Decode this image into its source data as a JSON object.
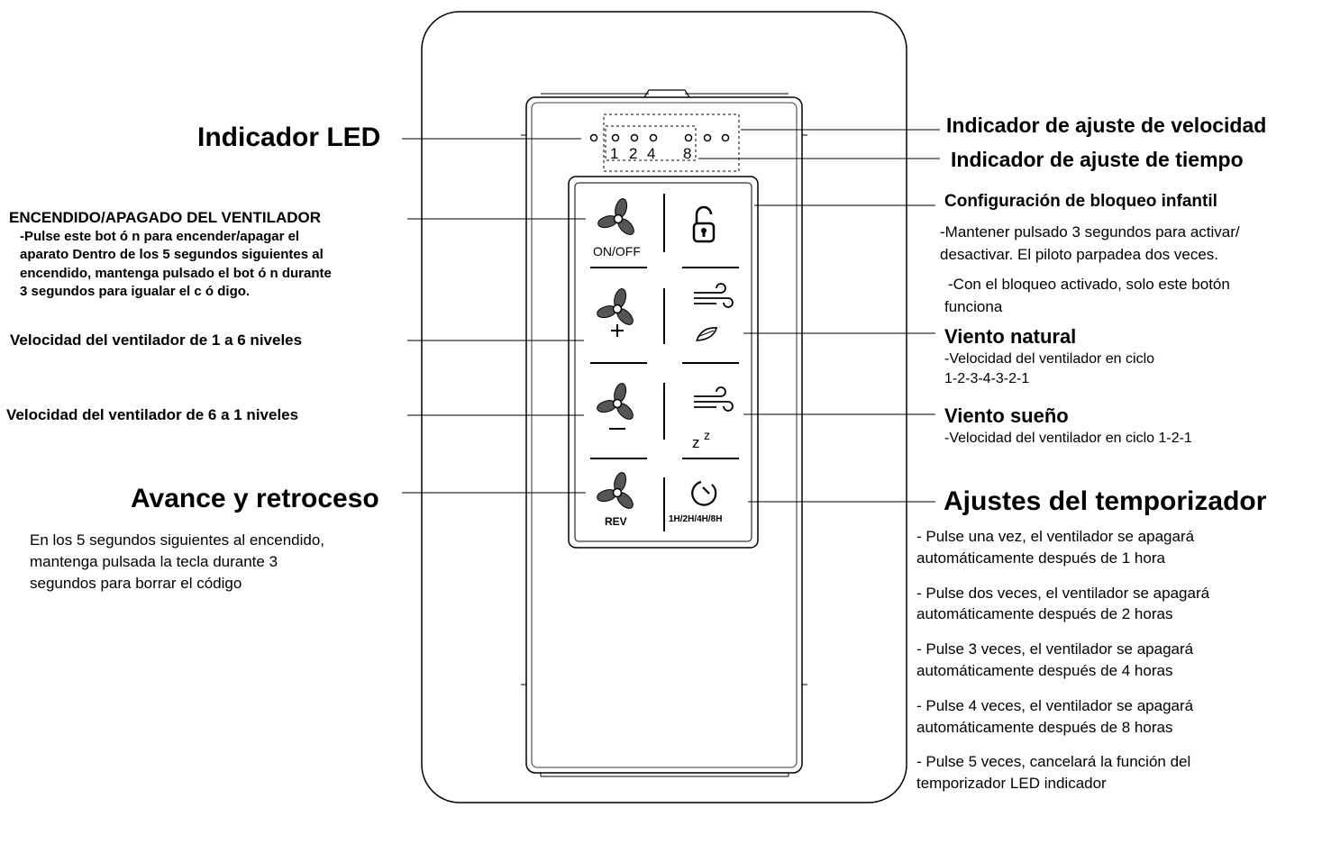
{
  "left_callouts": {
    "led_indicator": "Indicador LED",
    "onoff_title": "ENCENDIDO/APAGADO DEL VENTILADOR",
    "onoff_desc_1": "-Pulse este bot ó n para encender/apagar el",
    "onoff_desc_2": "aparato Dentro de los 5 segundos siguientes al",
    "onoff_desc_3": "encendido, mantenga pulsado el bot ó n durante",
    "onoff_desc_4": "3 segundos para igualar el c ó digo.",
    "speed_up": "Velocidad del ventilador de 1 a 6 niveles",
    "speed_down": "Velocidad del ventilador de 6 a 1 niveles",
    "reverse_title": "Avance y retroceso",
    "reverse_desc_1": "En los 5 segundos siguientes al encendido,",
    "reverse_desc_2": "mantenga pulsada la tecla durante 3",
    "reverse_desc_3": "segundos para borrar el código"
  },
  "right_callouts": {
    "speed_indicator": "Indicador de ajuste de velocidad",
    "time_indicator": "Indicador de ajuste de tiempo",
    "child_lock_title": "Configuración de bloqueo infantil",
    "child_lock_desc_1": "-Mantener pulsado 3 segundos para activar/",
    "child_lock_desc_2": "desactivar. El piloto parpadea dos veces.",
    "child_lock_desc_3": "-Con el bloqueo activado, solo este botón",
    "child_lock_desc_4": "funciona",
    "natural_wind_title": "Viento natural",
    "natural_wind_desc_1": "-Velocidad del ventilador en ciclo",
    "natural_wind_desc_2": "1-2-3-4-3-2-1",
    "sleep_wind_title": "Viento sueño",
    "sleep_wind_desc": "-Velocidad del ventilador en ciclo 1-2-1",
    "timer_title": "Ajustes del temporizador",
    "timer_notes": [
      {
        "l1": "- Pulse una vez, el ventilador se apagará",
        "l2": "automáticamente después de 1 hora"
      },
      {
        "l1": "- Pulse dos veces, el ventilador se apagará",
        "l2": "automáticamente después de 2 horas"
      },
      {
        "l1": "- Pulse 3 veces, el ventilador se apagará",
        "l2": "automáticamente después de 4 horas"
      },
      {
        "l1": "- Pulse 4 veces, el ventilador se apagará",
        "l2": "automáticamente después de 8 horas"
      },
      {
        "l1": "- Pulse 5 veces, cancelará la función del",
        "l2": "temporizador LED indicador"
      }
    ]
  },
  "device": {
    "led_numbers": [
      "1",
      "2",
      "4",
      "8"
    ],
    "onoff_label": "ON/OFF",
    "reverse_label": "REV",
    "timer_label": "1H/2H/4H/8H",
    "sleep_label": "z z"
  }
}
